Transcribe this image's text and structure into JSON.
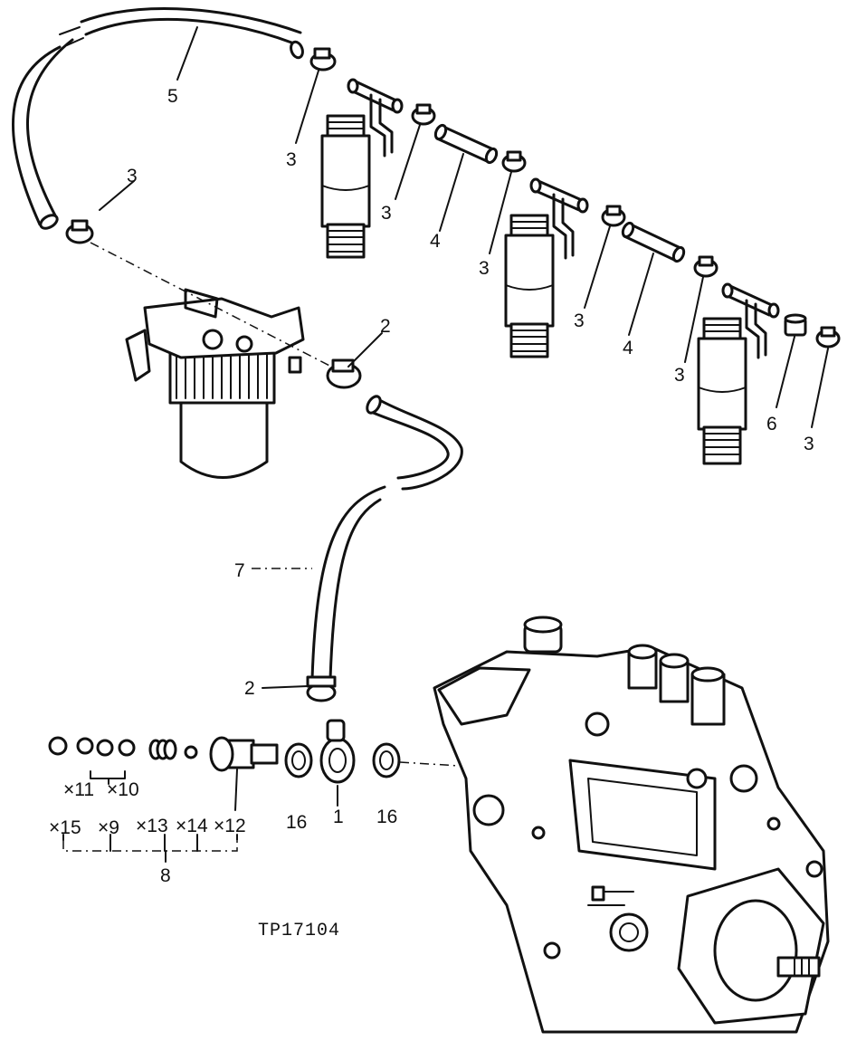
{
  "callouts": {
    "c1": "1",
    "c2a": "2",
    "c2b": "2",
    "c3a": "3",
    "c3b": "3",
    "c3c": "3",
    "c3d": "3",
    "c3e": "3",
    "c3f": "3",
    "c3g": "3",
    "c4a": "4",
    "c4b": "4",
    "c5": "5",
    "c6": "6",
    "c7": "7",
    "c8": "8",
    "c9": "×9",
    "c10": "×10",
    "c11": "×11",
    "c12": "×12",
    "c13": "×13",
    "c14": "×14",
    "c15": "×15",
    "c16a": "16",
    "c16b": "16"
  },
  "figure_code": "TP17104"
}
